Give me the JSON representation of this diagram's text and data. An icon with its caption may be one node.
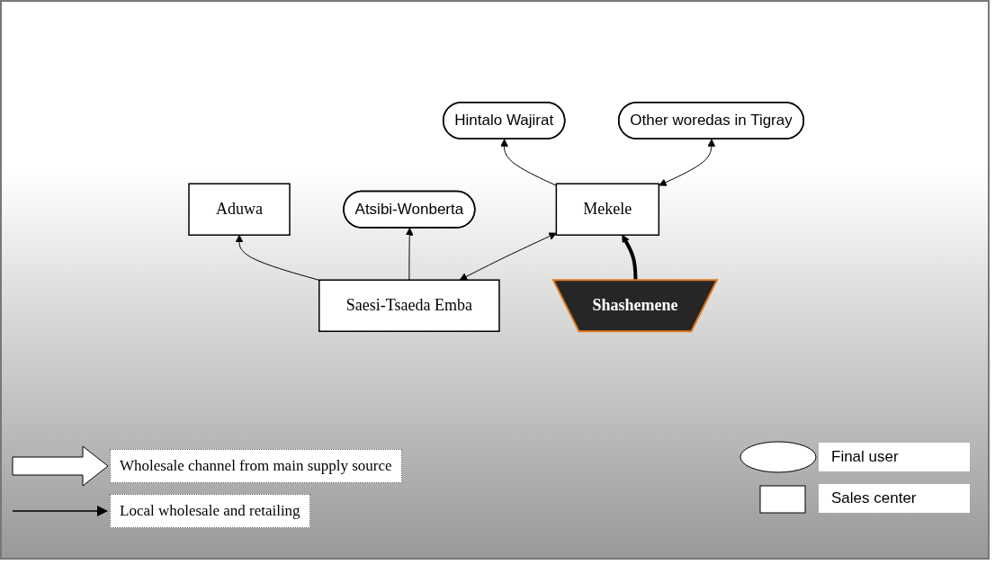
{
  "diagram": {
    "nodes": [
      {
        "text": [
          "Aduwa"
        ]
      },
      {
        "text": [
          "Saesi-Tsaeda Emba"
        ]
      },
      {
        "text": [
          "Atsibi-Wonberta"
        ]
      },
      {
        "text": [
          "Hintalo Wajirat"
        ]
      },
      {
        "text": [
          "Mekele"
        ]
      },
      {
        "text": [
          "Other woredas in Tigray"
        ]
      },
      {
        "text": [
          "Shashemene"
        ]
      }
    ],
    "edges": [
      {
        "from": 1,
        "to": 0,
        "arrow": "to"
      },
      {
        "from": 1,
        "to": 2,
        "arrow": "to"
      },
      {
        "from": 1,
        "to": 4,
        "arrow": "both"
      },
      {
        "from": 4,
        "to": 3,
        "arrow": "to"
      },
      {
        "from": 4,
        "to": 5,
        "arrow": "both"
      },
      {
        "from": 6,
        "to": 4,
        "arrow": "to",
        "style": "thick"
      }
    ],
    "legend": [
      {
        "text": "Wholesale channel from main supply source"
      },
      {
        "text": "Local wholesale and retailing"
      },
      {
        "text": "Final user"
      },
      {
        "text": "Sales center"
      }
    ]
  }
}
